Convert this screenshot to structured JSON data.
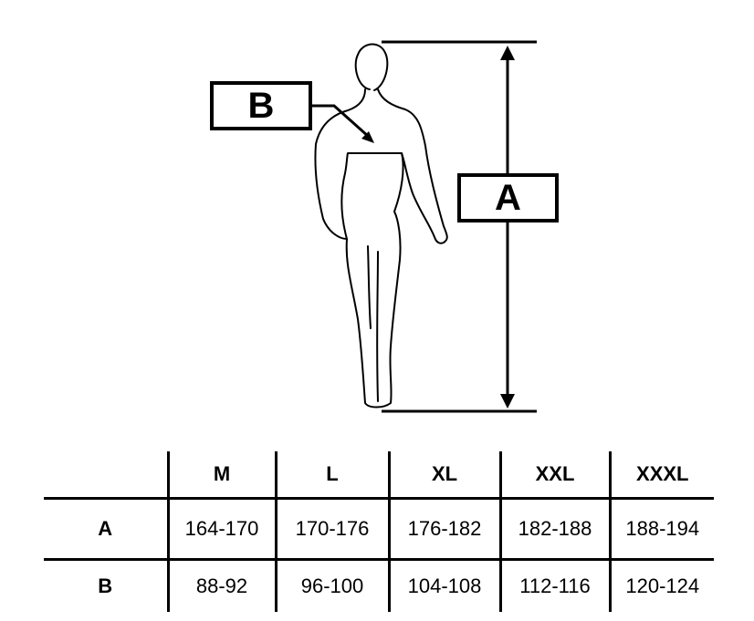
{
  "diagram": {
    "label_b": "B",
    "label_a": "A"
  },
  "size_table": {
    "columns": [
      "M",
      "L",
      "XL",
      "XXL",
      "XXXL"
    ],
    "rows": [
      {
        "label": "A",
        "values": [
          "164-170",
          "170-176",
          "176-182",
          "182-188",
          "188-194"
        ]
      },
      {
        "label": "B",
        "values": [
          "88-92",
          "96-100",
          "104-108",
          "112-116",
          "120-124"
        ]
      }
    ]
  }
}
